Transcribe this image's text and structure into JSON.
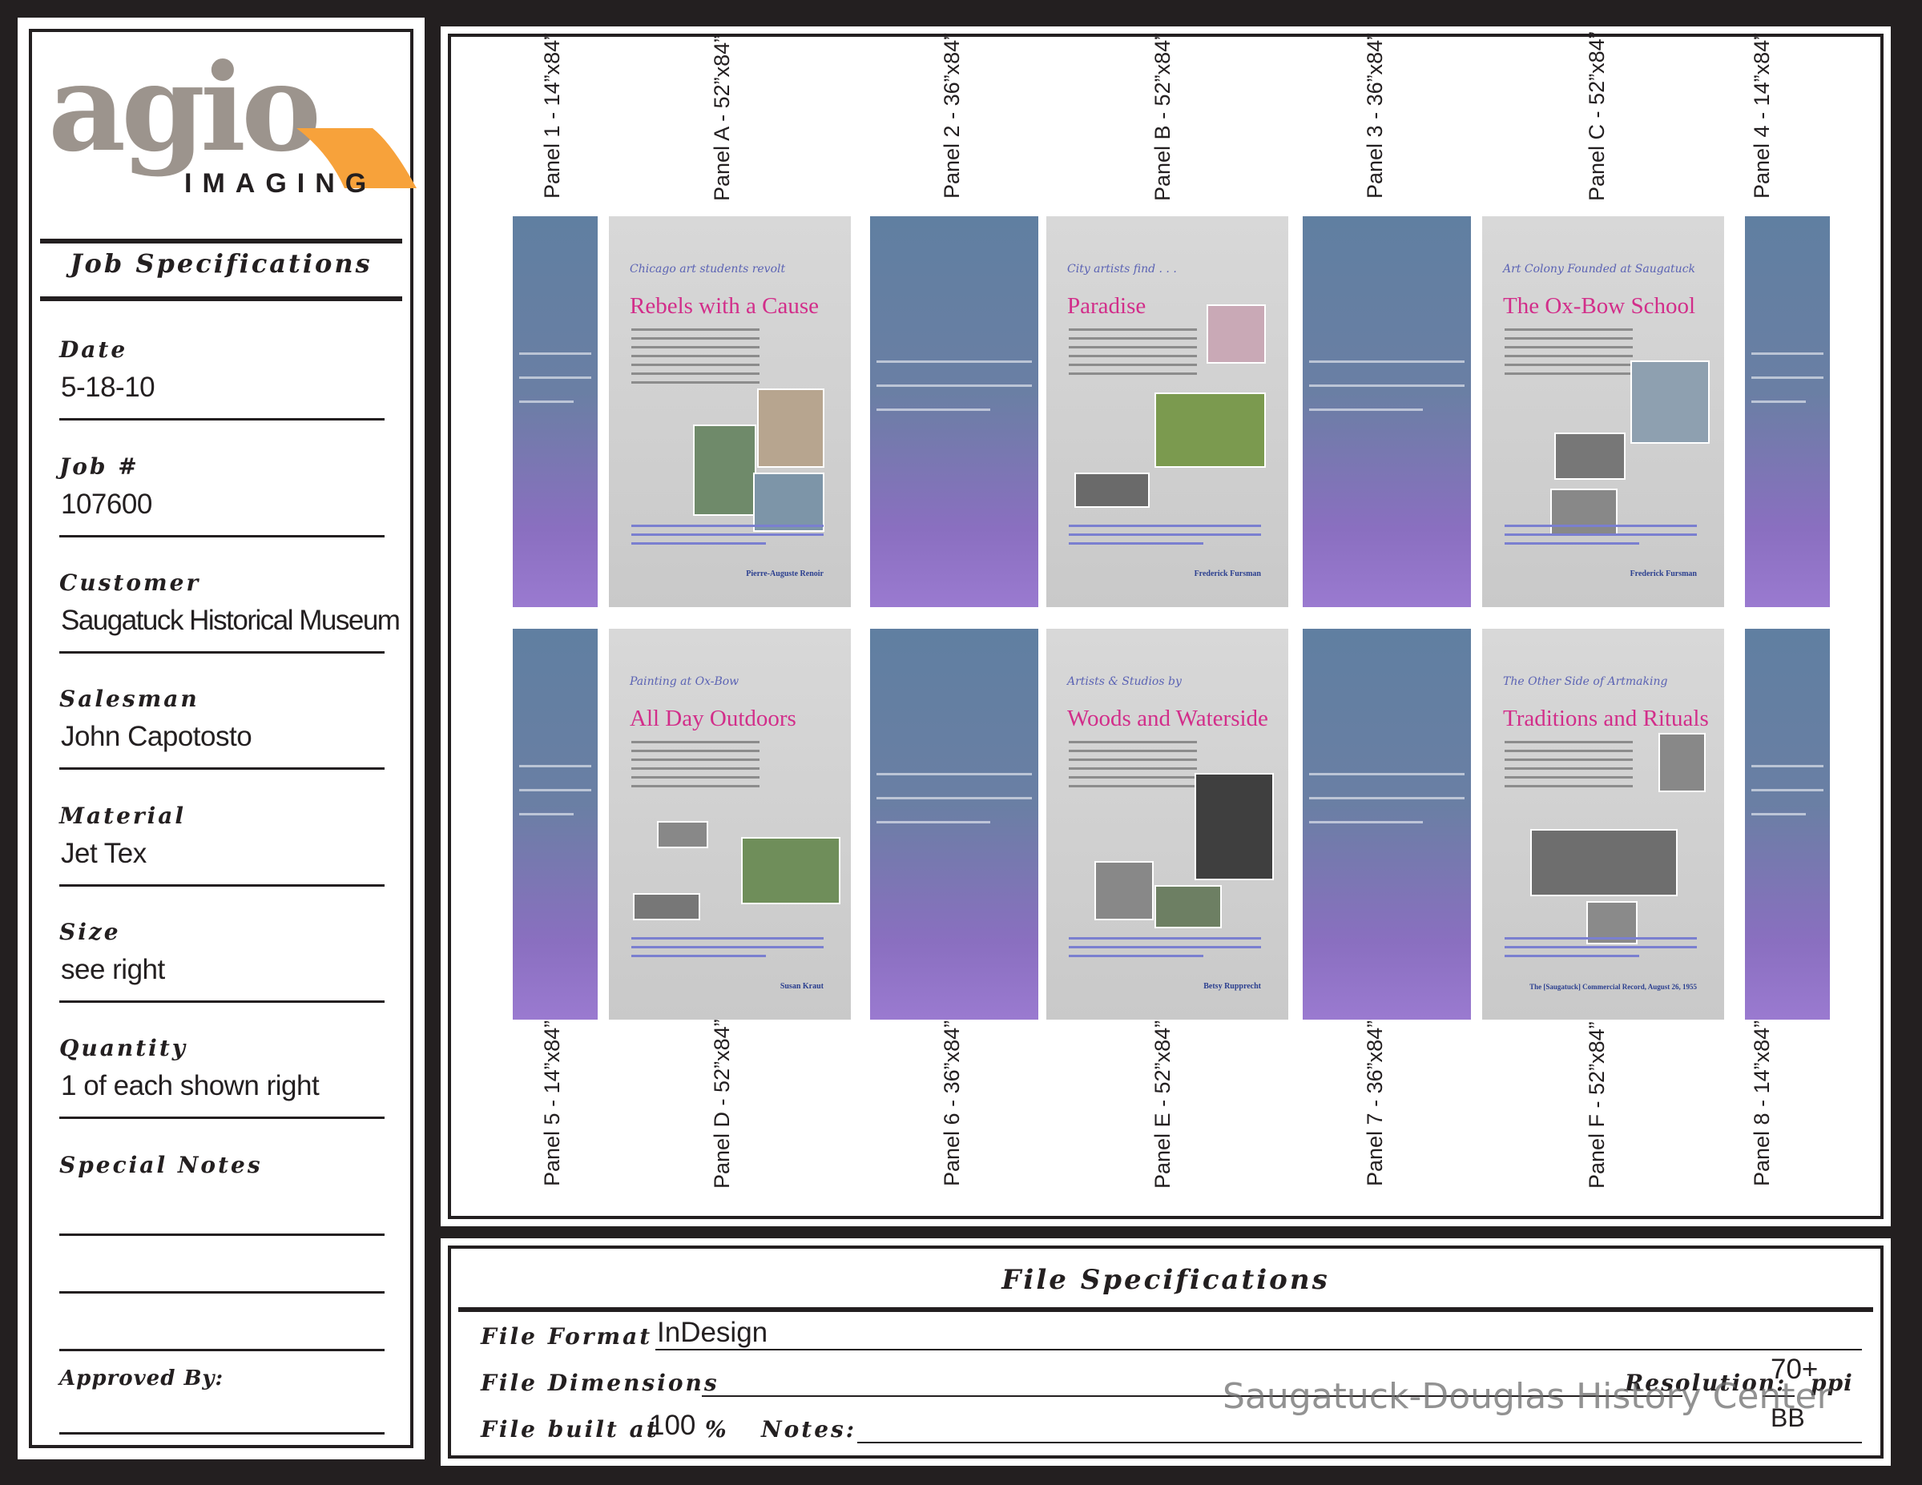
{
  "brand": {
    "logo_word": "agio",
    "logo_sub": "IMAGING",
    "logo_accent": "#f7a23b",
    "logo_gray": "#9c948d"
  },
  "job": {
    "heading": "Job Specifications",
    "fields": [
      {
        "label": "Date",
        "value": "5-18-10"
      },
      {
        "label": "Job #",
        "value": "107600"
      },
      {
        "label": "Customer",
        "value": "Saugatuck Historical Museum"
      },
      {
        "label": "Salesman",
        "value": "John Capotosto"
      },
      {
        "label": "Material",
        "value": "Jet Tex"
      },
      {
        "label": "Size",
        "value": "see right"
      },
      {
        "label": "Quantity",
        "value": "1 of each shown right"
      }
    ],
    "special_notes_label": "Special Notes",
    "approved_by_label": "Approved By:"
  },
  "panels": {
    "top_labels": [
      "Panel 1 - 14”x84”",
      "Panel A - 52”x84”",
      "Panel 2 - 36”x84”",
      "Panel B - 52”x84”",
      "Panel 3 - 36”x84”",
      "Panel C - 52”x84”",
      "Panel 4 - 14”x84”"
    ],
    "bottom_labels": [
      "Panel 5 - 14”x84”",
      "Panel D - 52”x84”",
      "Panel 6 - 36”x84”",
      "Panel E - 52”x84”",
      "Panel 7 - 36”x84”",
      "Panel F - 52”x84”",
      "Panel 8 - 14”x84”"
    ],
    "posters": {
      "A": {
        "subtitle": "Chicago art students revolt",
        "title": "Rebels with a Cause",
        "author": "Pierre-Auguste Renoir"
      },
      "B": {
        "subtitle": "City artists find . . .",
        "title": "Paradise",
        "author": "Frederick Fursman"
      },
      "C": {
        "subtitle": "Art Colony Founded at Saugatuck",
        "title": "The Ox-Bow School",
        "author": "Frederick Fursman"
      },
      "D": {
        "subtitle": "Painting at Ox-Bow",
        "title": "All Day Outdoors",
        "author": "Susan Kraut"
      },
      "E": {
        "subtitle": "Artists & Studios by",
        "title": "Woods and Waterside",
        "author": "Betsy Rupprecht"
      },
      "F": {
        "subtitle": "The Other Side of Artmaking",
        "title": "Traditions and Rituals",
        "author": "The [Saugatuck] Commercial Record, August 26, 1955"
      }
    }
  },
  "file": {
    "heading": "File Specifications",
    "format_label": "File Format",
    "format_value": "InDesign",
    "dimensions_label": "File Dimensions",
    "resolution_label": "Resolution:",
    "resolution_value": "70+",
    "resolution_unit": "ppi",
    "built_label": "File built at",
    "built_value": "100",
    "built_unit": "%",
    "notes_label": "Notes:",
    "initials": "BB"
  },
  "watermark": "Saugatuck-Douglas History Center"
}
